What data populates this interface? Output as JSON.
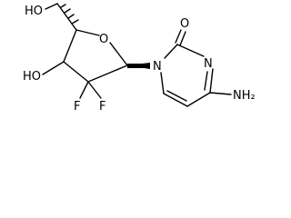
{
  "molecule": {
    "atoms": {
      "hydroxymethyl_oh": "HO",
      "ring_oxygen": "O",
      "ring_hydroxyl": "HO",
      "fluorine_1": "F",
      "fluorine_2": "F",
      "ring_nitrogen_1": "N",
      "ring_nitrogen_3": "N",
      "carbonyl_oxygen": "O",
      "amino_group": "NH₂"
    }
  }
}
